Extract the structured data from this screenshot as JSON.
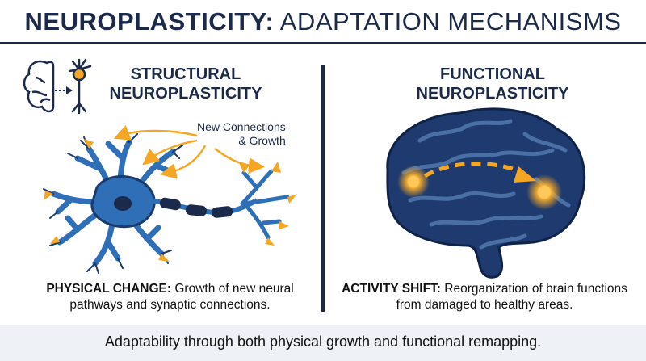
{
  "title": {
    "bold": "NEUROPLASTICITY:",
    "light": "ADAPTATION MECHANISMS"
  },
  "left": {
    "title_line1": "STRUCTURAL",
    "title_line2": "NEUROPLASTICITY",
    "annotation_line1": "New Connections",
    "annotation_line2": "& Growth",
    "caption_bold": "PHYSICAL CHANGE:",
    "caption_text": "Growth of new neural pathways and synaptic connections."
  },
  "right": {
    "title_line1": "FUNCTIONAL",
    "title_line2": "NEUROPLASTICITY",
    "caption_bold": "ACTIVITY SHIFT:",
    "caption_text": "Reorganization of brain functions from damaged to healthy areas."
  },
  "footer": "Adaptability through both physical growth and functional remapping.",
  "icons": [
    "brain-outline-icon",
    "arrow-right-icon",
    "neuron-icon",
    "neuron-illustration",
    "brain-illustration"
  ],
  "colors": {
    "navy": "#1b2a4a",
    "neuron_blue": "#2f6fb7",
    "accent_orange": "#f5a623",
    "brain_blue": "#1e3a6e"
  }
}
